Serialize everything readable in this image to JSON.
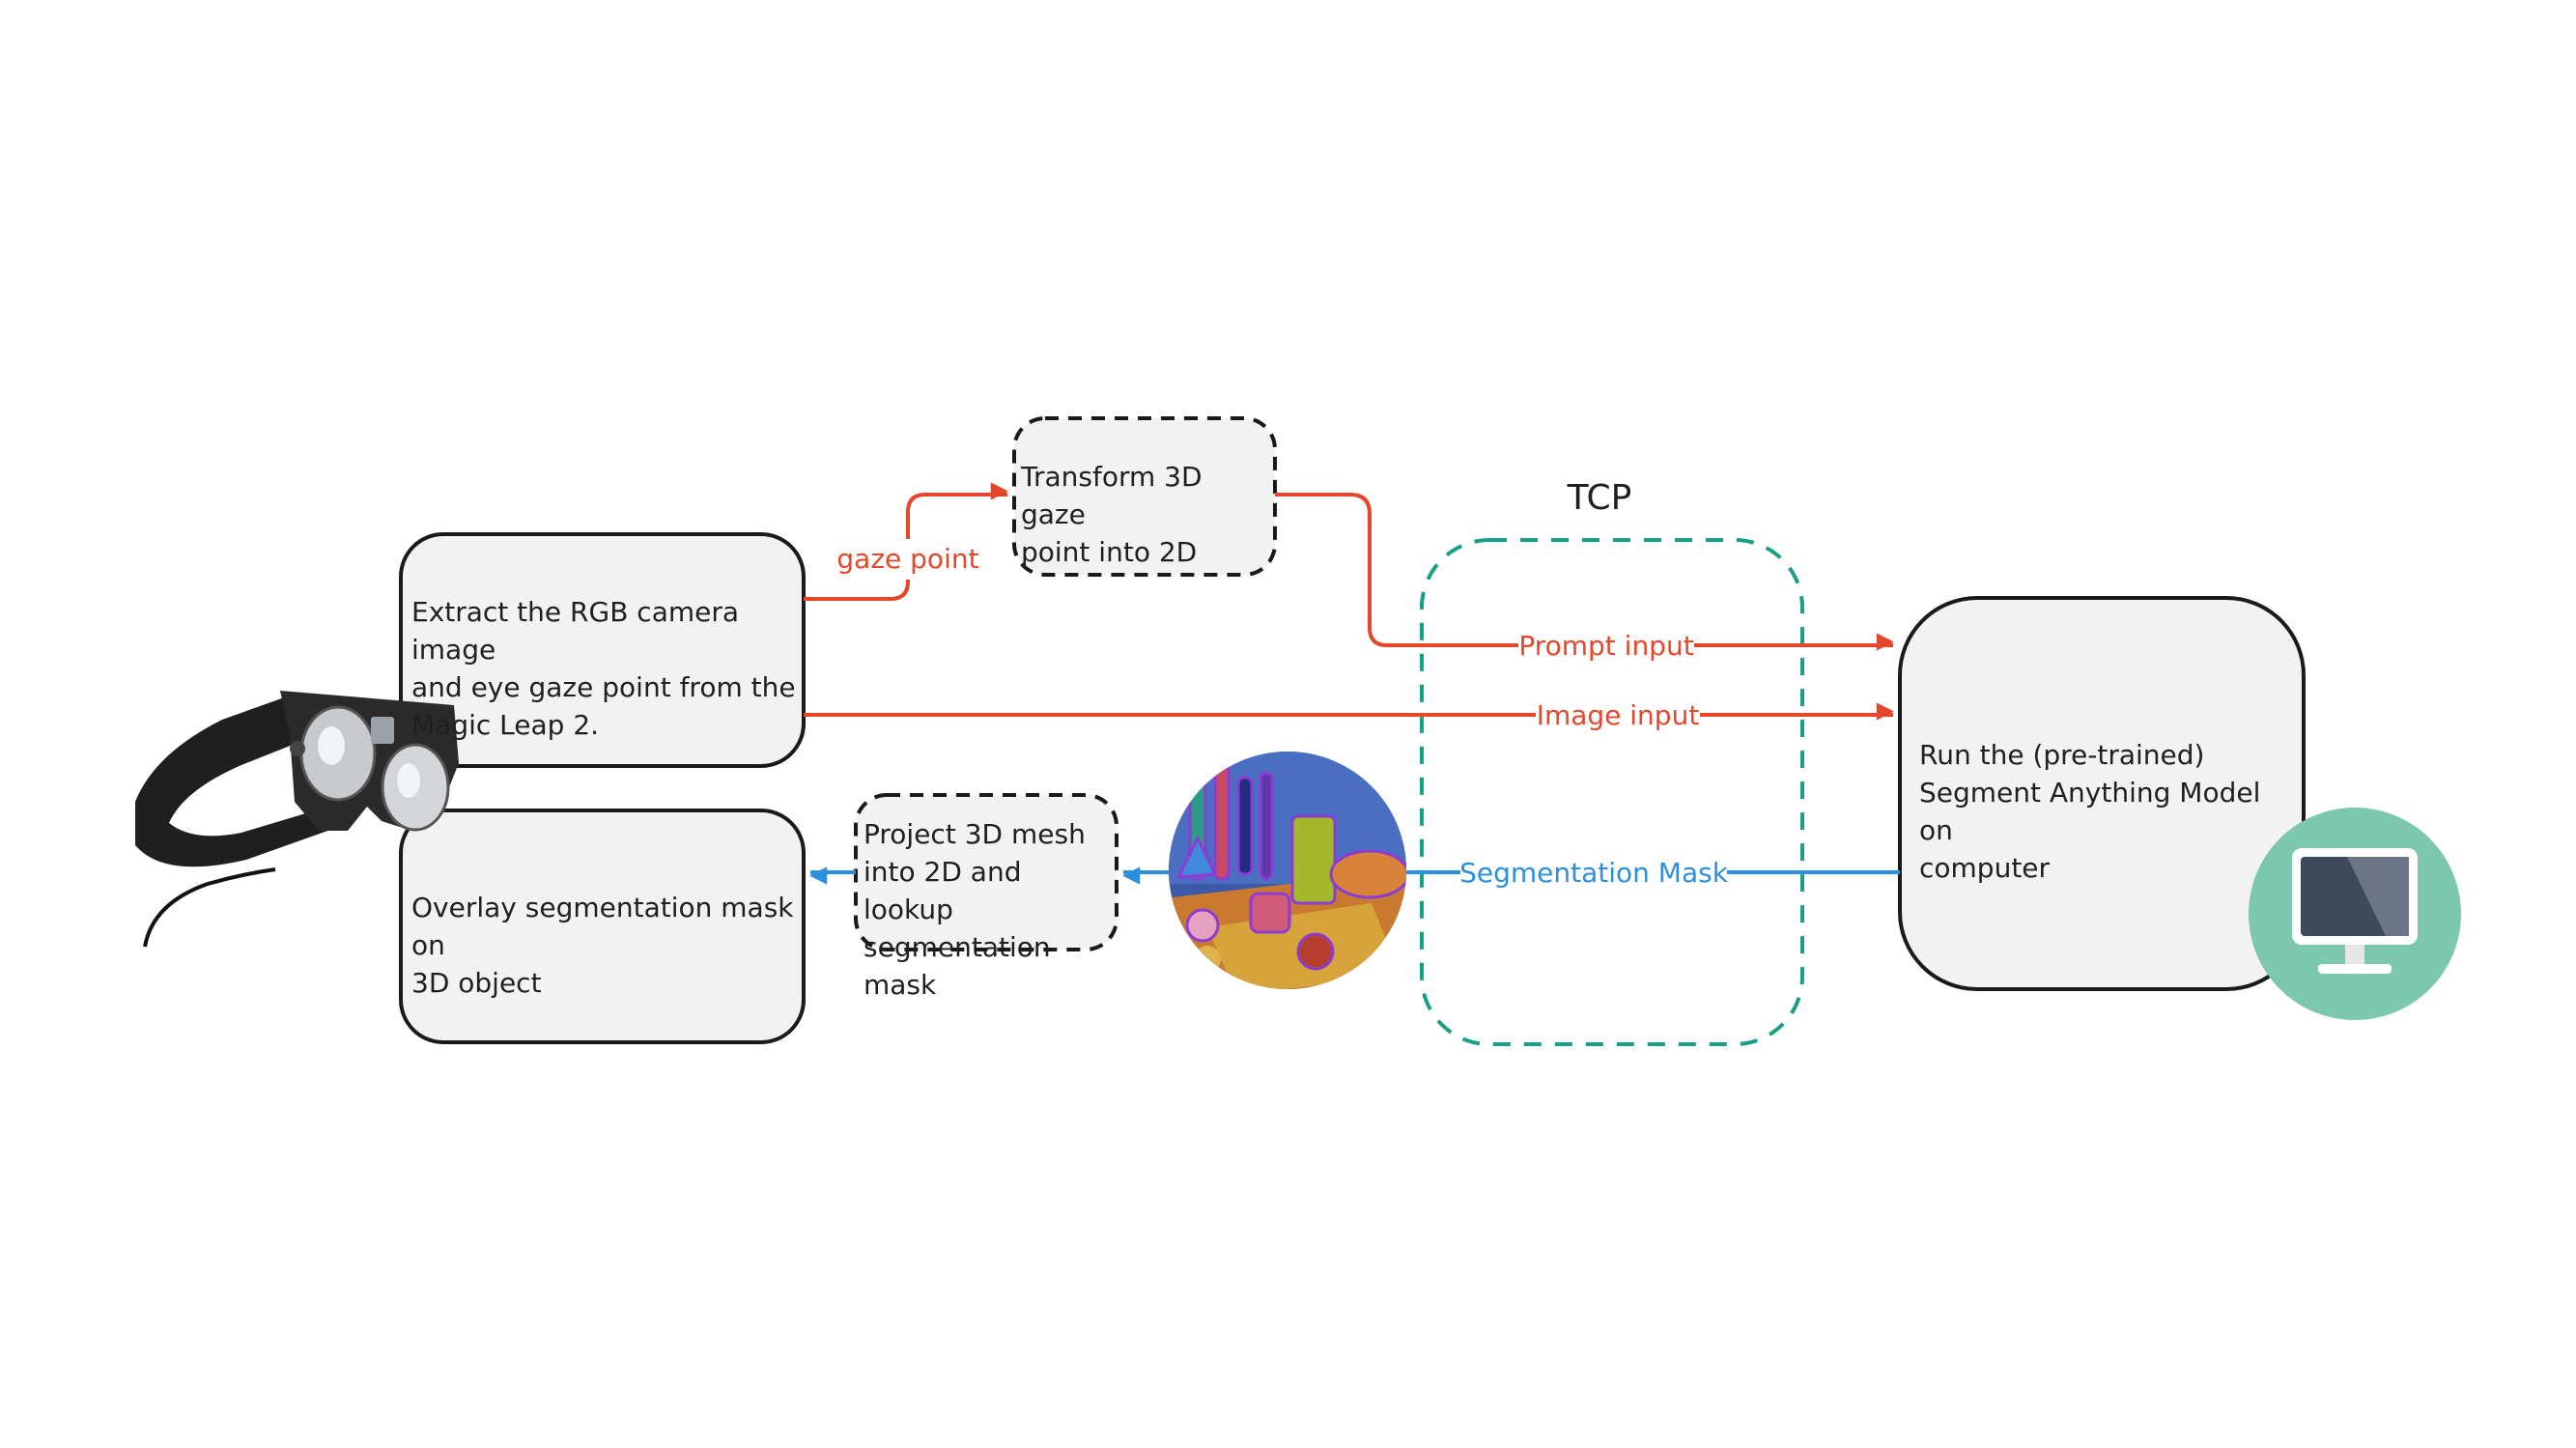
{
  "colors": {
    "box_fill": "#f2f2f2",
    "box_stroke": "#1a1a1a",
    "red_arrow": "#e5472c",
    "blue_arrow": "#2b8fe0",
    "tcp_dash": "#1a9e85",
    "monitor_bg": "#7cc7ad"
  },
  "icons": {
    "glasses": "ar-glasses-icon",
    "mask": "segmentation-mask-thumbnail",
    "computer": "desktop-monitor-icon"
  },
  "nodes": {
    "extract": "Extract the RGB camera image\nand eye gaze point from the\nMagic Leap 2.",
    "transform": "Transform 3D gaze\npoint into 2D",
    "overlay": "Overlay segmentation mask on\n3D object",
    "project": "Project 3D mesh\ninto 2D and lookup\nsegmentation mask",
    "sam": "Run the (pre-trained)\nSegment Anything Model on\ncomputer"
  },
  "edges": {
    "gaze_point": "gaze point",
    "prompt_input": "Prompt input",
    "image_input": "Image input",
    "segmentation_mask": "Segmentation Mask"
  },
  "groups": {
    "tcp": "TCP"
  }
}
